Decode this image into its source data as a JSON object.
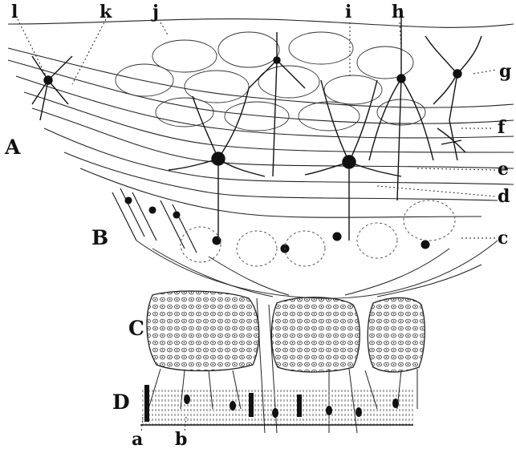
{
  "labels": {
    "l": "l",
    "k": "k",
    "j": "j",
    "i": "i",
    "h": "h",
    "g": "g",
    "f": "f",
    "e": "e",
    "d": "d",
    "c": "c",
    "A": "A",
    "B": "B",
    "C": "C",
    "D": "D",
    "a": "a",
    "b": "b"
  },
  "colors": {
    "ink": "#111111",
    "paper": "#ffffff",
    "glomerulus_fill": "#e9e9e9"
  }
}
